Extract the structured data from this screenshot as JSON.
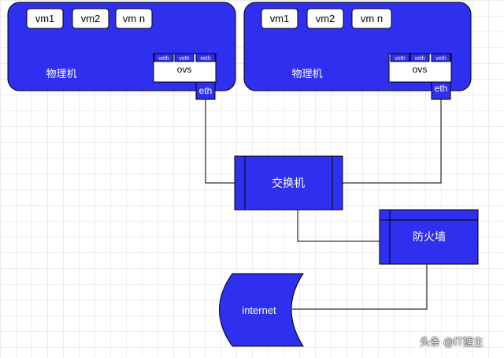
{
  "colors": {
    "primary": "#2F2FF0",
    "stroke": "#000000",
    "text_light": "#ffffff",
    "text_dark": "#000000"
  },
  "hosts": [
    {
      "label": "物理机",
      "vms": [
        "vm1",
        "vm2",
        "vm n"
      ],
      "veth": [
        "veth",
        "veth",
        "veth"
      ],
      "switch": "ovs",
      "nic": "eth"
    },
    {
      "label": "物理机",
      "vms": [
        "vm1",
        "vm2",
        "vm n"
      ],
      "veth": [
        "veth",
        "veth",
        "veth"
      ],
      "switch": "ovs",
      "nic": "eth"
    }
  ],
  "switch": {
    "label": "交换机"
  },
  "firewall": {
    "label": "防火墙"
  },
  "internet": {
    "label": "internet"
  },
  "watermark": "头条 @IT搪主"
}
